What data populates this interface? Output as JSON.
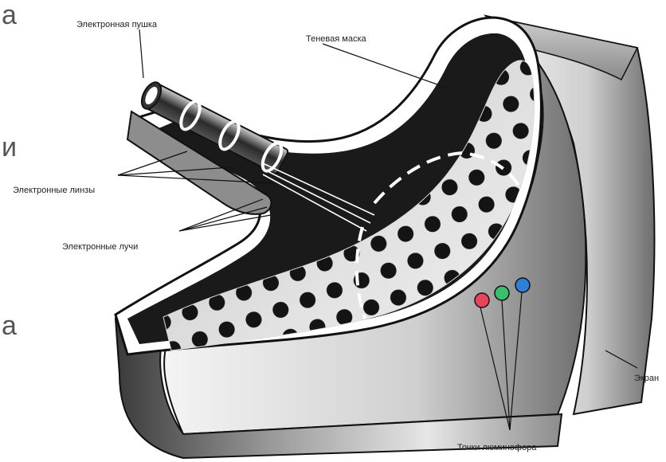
{
  "slide": {
    "letters": [
      "а",
      "и",
      "а"
    ]
  },
  "diagram": {
    "labels": {
      "electron_gun": "Электронная пушка",
      "shadow_mask": "Теневая маска",
      "electron_lenses": "Электронные линзы",
      "electron_beams": "Электронные лучи",
      "screen": "Экран",
      "phosphor_dots": "Точки люминофора"
    },
    "phosphor_colors": {
      "red": "#e8445a",
      "green": "#3dbf6a",
      "blue": "#2f7fd6"
    }
  }
}
